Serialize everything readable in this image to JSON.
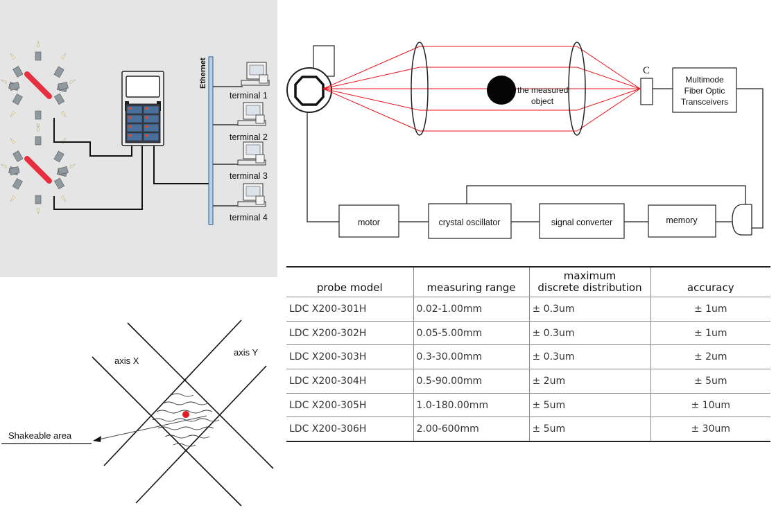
{
  "network": {
    "ethernet_label": "Ethernet",
    "terminals": [
      "terminal 1",
      "terminal 2",
      "terminal 3",
      "terminal 4"
    ]
  },
  "optical": {
    "object_label_line1": "the measured",
    "object_label_line2": "object",
    "receiver_label": "C",
    "transceiver_lines": [
      "Multimode",
      "Fiber Optic",
      "Transceivers"
    ],
    "blocks": {
      "motor": "motor",
      "crystal": "crystal oscillator",
      "converter": "signal converter",
      "memory": "memory"
    },
    "colors": {
      "beam": "#e8141c"
    }
  },
  "axis_diagram": {
    "axis_x": "axis X",
    "axis_y": "axis Y",
    "shakeable": "Shakeable area",
    "colors": {
      "dot": "#e01b22"
    }
  },
  "spec_table": {
    "headers": {
      "model": "probe model",
      "range": "measuring range",
      "dist_line1": "maximum",
      "dist_line2": "discrete distribution",
      "accuracy": "accuracy"
    },
    "rows": [
      {
        "model": "LDC X200-301H",
        "range": "0.02-1.00mm",
        "dist": "± 0.3um",
        "accuracy": "± 1um"
      },
      {
        "model": "LDC X200-302H",
        "range": "0.05-5.00mm",
        "dist": "± 0.3um",
        "accuracy": "± 1um"
      },
      {
        "model": "LDC X200-303H",
        "range": "0.3-30.00mm",
        "dist": "± 0.3um",
        "accuracy": "± 2um"
      },
      {
        "model": "LDC X200-304H",
        "range": "0.5-90.00mm",
        "dist": "± 2um",
        "accuracy": "± 5um"
      },
      {
        "model": "LDC X200-305H",
        "range": "1.0-180.00mm",
        "dist": "± 5um",
        "accuracy": "± 10um"
      },
      {
        "model": "LDC X200-306H",
        "range": "2.00-600mm",
        "dist": "± 5um",
        "accuracy": "± 30um"
      }
    ]
  }
}
